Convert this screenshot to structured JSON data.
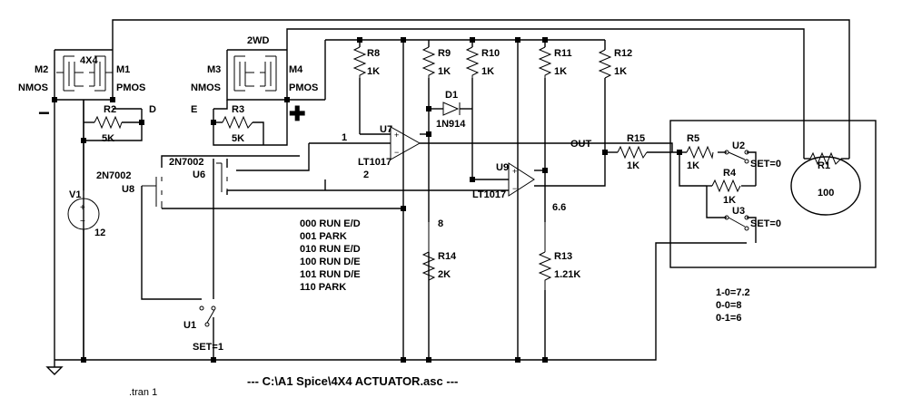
{
  "components": {
    "M1": {
      "ref": "M1",
      "type": "PMOS"
    },
    "M2": {
      "ref": "M2",
      "type": "NMOS"
    },
    "M3": {
      "ref": "M3",
      "type": "NMOS"
    },
    "M4": {
      "ref": "M4",
      "type": "PMOS"
    },
    "R1": {
      "ref": "R1",
      "value": "100"
    },
    "R2": {
      "ref": "R2",
      "value": "5K"
    },
    "R3": {
      "ref": "R3",
      "value": "5K"
    },
    "R4": {
      "ref": "R4",
      "value": "1K"
    },
    "R5": {
      "ref": "R5",
      "value": "1K"
    },
    "R8": {
      "ref": "R8",
      "value": "1K"
    },
    "R9": {
      "ref": "R9",
      "value": "1K"
    },
    "R10": {
      "ref": "R10",
      "value": "1K"
    },
    "R11": {
      "ref": "R11",
      "value": "1K"
    },
    "R12": {
      "ref": "R12",
      "value": "1K"
    },
    "R13": {
      "ref": "R13",
      "value": "1.21K"
    },
    "R14": {
      "ref": "R14",
      "value": "2K"
    },
    "R15": {
      "ref": "R15",
      "value": "1K"
    },
    "D1": {
      "ref": "D1",
      "value": "1N914"
    },
    "U7": {
      "ref": "U7",
      "value": "LT1017"
    },
    "U9": {
      "ref": "U9",
      "value": "LT1017"
    },
    "U6": {
      "ref": "U6",
      "value": "2N7002"
    },
    "U8": {
      "ref": "U8",
      "value": "2N7002"
    },
    "V1": {
      "ref": "V1",
      "value": "12"
    },
    "U1": {
      "ref": "U1",
      "value": "SET=1"
    },
    "U2": {
      "ref": "U2",
      "value": "SET=0"
    },
    "U3": {
      "ref": "U3",
      "value": "SET=0"
    }
  },
  "net_labels": {
    "fourx4": "4X4",
    "twowd": "2WD",
    "d": "D",
    "e": "E",
    "n1": "1",
    "n2": "2",
    "out": "OUT",
    "n8": "8",
    "n66": "6.6",
    "minus": "−",
    "plus": "✚"
  },
  "truth_table": [
    "000 RUN E/D",
    "001 PARK",
    "010 RUN E/D",
    "100 RUN D/E",
    "101 RUN D/E",
    "110 PARK"
  ],
  "notes": [
    "1-0=7.2",
    "0-0=8",
    "0-1=6"
  ],
  "directive": ".tran 1",
  "file_label": "---  C:\\A1 Spice\\4X4 ACTUATOR.asc  ---"
}
